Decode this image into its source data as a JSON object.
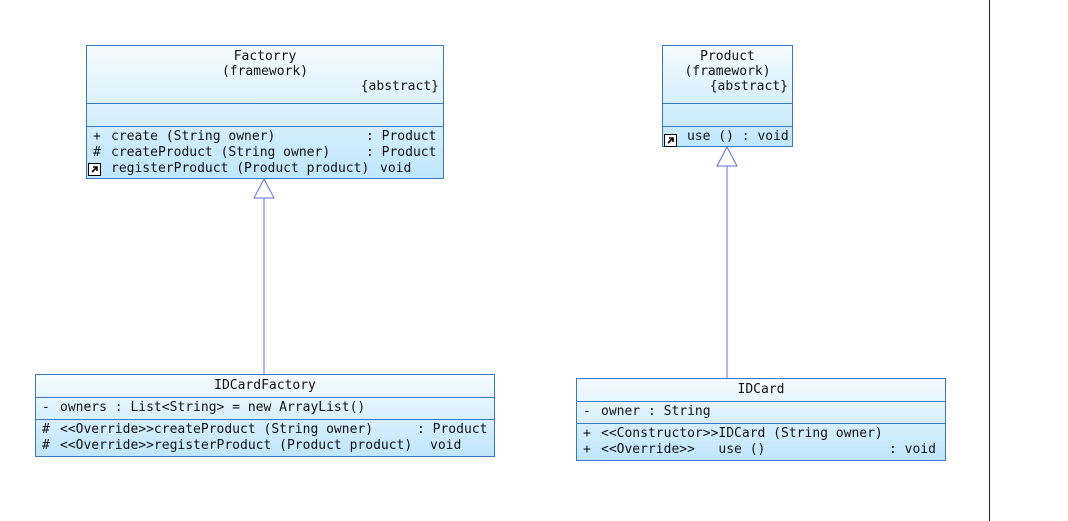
{
  "diagram": {
    "factory": {
      "name": "Factorry",
      "package": "(framework)",
      "modifier": "{abstract}",
      "ops": [
        {
          "vis": "+",
          "sig": "create (String owner)",
          "ret": ": Product"
        },
        {
          "vis": "#",
          "sig": "createProduct (String owner)",
          "ret": ": Product"
        },
        {
          "vis": "",
          "sig": "registerProduct (Product product)",
          "ret": "void"
        }
      ]
    },
    "product": {
      "name": "Product",
      "package": "(framework)",
      "modifier": "{abstract}",
      "ops": [
        {
          "vis": "",
          "sig": "use () : void",
          "ret": ""
        }
      ]
    },
    "idcardfactory": {
      "name": "IDCardFactory",
      "attrs": [
        {
          "vis": "-",
          "sig": "owners : List<String> = new ArrayList()"
        }
      ],
      "ops": [
        {
          "vis": "#",
          "sig": "<<Override>>createProduct (String owner)",
          "ret": ": Product"
        },
        {
          "vis": "#",
          "sig": "<<Override>>registerProduct (Product product)",
          "ret": "void"
        }
      ]
    },
    "idcard": {
      "name": "IDCard",
      "attrs": [
        {
          "vis": "-",
          "sig": "owner : String"
        }
      ],
      "ops": [
        {
          "vis": "+",
          "sig": "<<Constructor>>IDCard (String owner)",
          "ret": ""
        },
        {
          "vis": "+",
          "sig": "<<Override>>   use ()",
          "ret": ": void"
        }
      ]
    }
  }
}
